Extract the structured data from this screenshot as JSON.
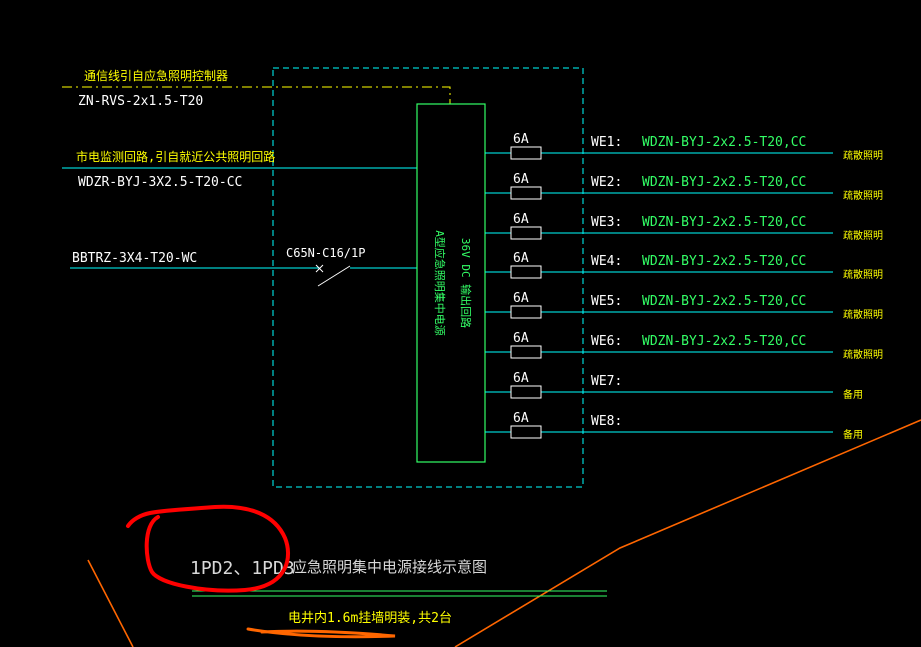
{
  "colors": {
    "background": "#000000",
    "cyan": "#00ffff",
    "green": "#33ff66",
    "yellow": "#ffff00",
    "white": "#ffffff",
    "orange": "#ff6600",
    "red": "#ff0000",
    "title_gray": "#d8d8d8"
  },
  "inputs": {
    "comm": {
      "desc": "通信线引自应急照明控制器",
      "cable": "ZN-RVS-2x1.5-T20"
    },
    "monitor": {
      "desc": "市电监测回路,引自就近公共照明回路",
      "cable": "WDZR-BYJ-3X2.5-T20-CC"
    },
    "power": {
      "cable": "BBTRZ-3X4-T20-WC"
    }
  },
  "breaker_label": "C65N-C16/1P",
  "source_box_label": "A型应急照明集中电源",
  "source_box_sublabel": "36V DC 输出回路",
  "circuits": [
    {
      "fuse": "6A",
      "id": "WE1:",
      "cable": "WDZN-BYJ-2x2.5-T20,CC",
      "load": "疏散照明"
    },
    {
      "fuse": "6A",
      "id": "WE2:",
      "cable": "WDZN-BYJ-2x2.5-T20,CC",
      "load": "疏散照明"
    },
    {
      "fuse": "6A",
      "id": "WE3:",
      "cable": "WDZN-BYJ-2x2.5-T20,CC",
      "load": "疏散照明"
    },
    {
      "fuse": "6A",
      "id": "WE4:",
      "cable": "WDZN-BYJ-2x2.5-T20,CC",
      "load": "疏散照明"
    },
    {
      "fuse": "6A",
      "id": "WE5:",
      "cable": "WDZN-BYJ-2x2.5-T20,CC",
      "load": "疏散照明"
    },
    {
      "fuse": "6A",
      "id": "WE6:",
      "cable": "WDZN-BYJ-2x2.5-T20,CC",
      "load": "疏散照明"
    },
    {
      "fuse": "6A",
      "id": "WE7:",
      "cable": "",
      "load": "备用"
    },
    {
      "fuse": "6A",
      "id": "WE8:",
      "cable": "",
      "load": "备用"
    }
  ],
  "title": {
    "panels": "1PD2、1PD3",
    "text": "应急照明集中电源接线示意图",
    "note": "电井内1.6m挂墙明装,共2台"
  }
}
